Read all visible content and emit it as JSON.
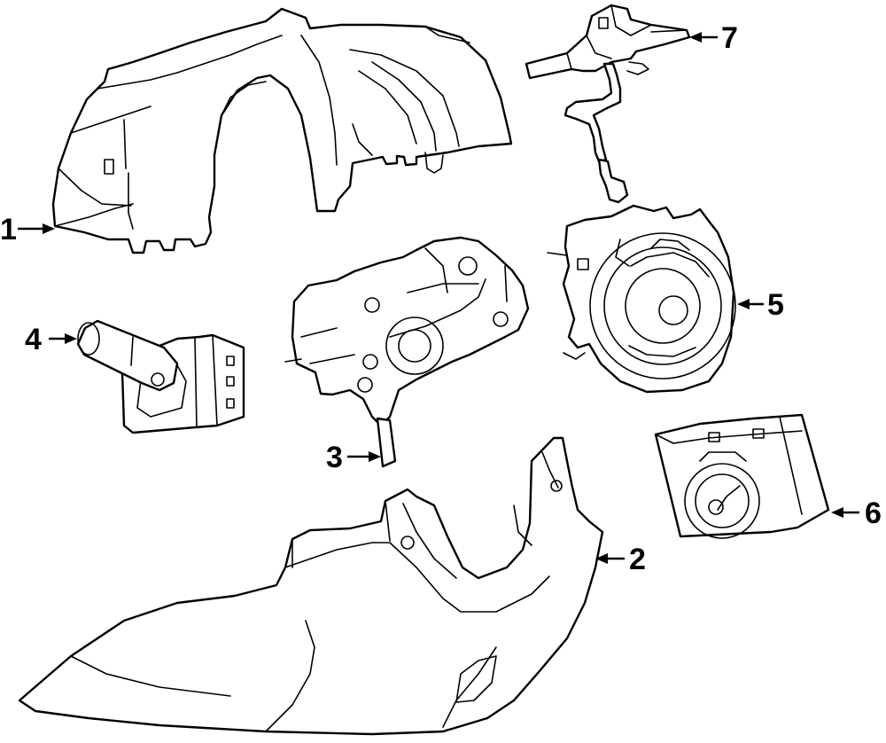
{
  "diagram": {
    "callouts": [
      {
        "id": "1",
        "text": "1"
      },
      {
        "id": "2",
        "text": "2"
      },
      {
        "id": "3",
        "text": "3"
      },
      {
        "id": "4",
        "text": "4"
      },
      {
        "id": "5",
        "text": "5"
      },
      {
        "id": "6",
        "text": "6"
      },
      {
        "id": "7",
        "text": "7"
      }
    ],
    "parts": [
      {
        "callout": "1",
        "icon": "upper-column-shroud-icon"
      },
      {
        "callout": "2",
        "icon": "lower-column-shroud-icon"
      },
      {
        "callout": "3",
        "icon": "ignition-lock-housing-icon"
      },
      {
        "callout": "4",
        "icon": "turn-signal-switch-icon"
      },
      {
        "callout": "5",
        "icon": "clockspring-icon"
      },
      {
        "callout": "6",
        "icon": "steering-angle-sensor-icon"
      },
      {
        "callout": "7",
        "icon": "sensor-bracket-icon"
      }
    ],
    "colors": {
      "line": "#000000",
      "background": "#ffffff"
    }
  }
}
